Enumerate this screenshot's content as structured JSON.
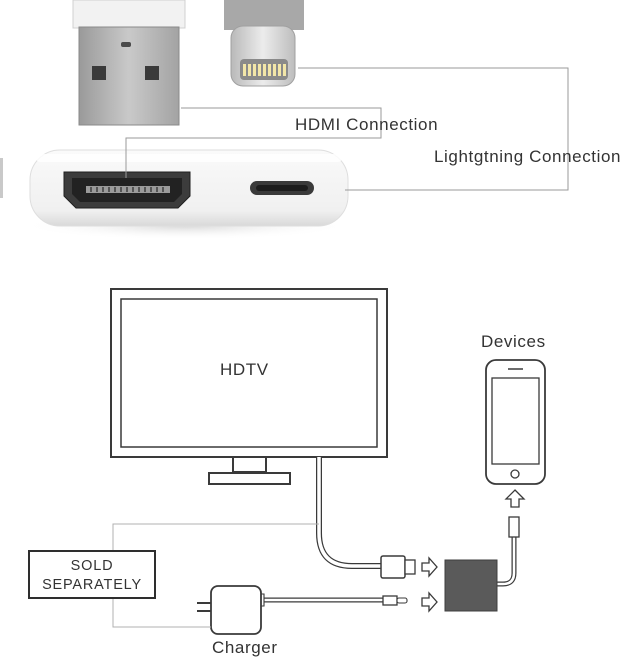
{
  "labels": {
    "hdmi_connection": "HDMI Connection",
    "lightning_connection": "Lightgtning Connection",
    "hdtv": "HDTV",
    "devices": "Devices",
    "sold_line1": "SOLD",
    "sold_line2": "SEPARATELY",
    "charger": "Charger"
  }
}
